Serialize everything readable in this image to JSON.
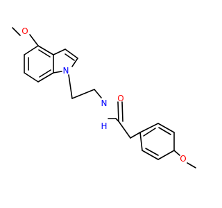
{
  "colors": {
    "bond": "#000000",
    "oxygen": "#ff0000",
    "nitrogen": "#0000ff"
  },
  "atoms": {
    "o_indole": "O",
    "n_indole": "N",
    "nh_amide": "N",
    "h_amide": "H",
    "o_carbonyl": "O",
    "o_phenyl": "O"
  }
}
